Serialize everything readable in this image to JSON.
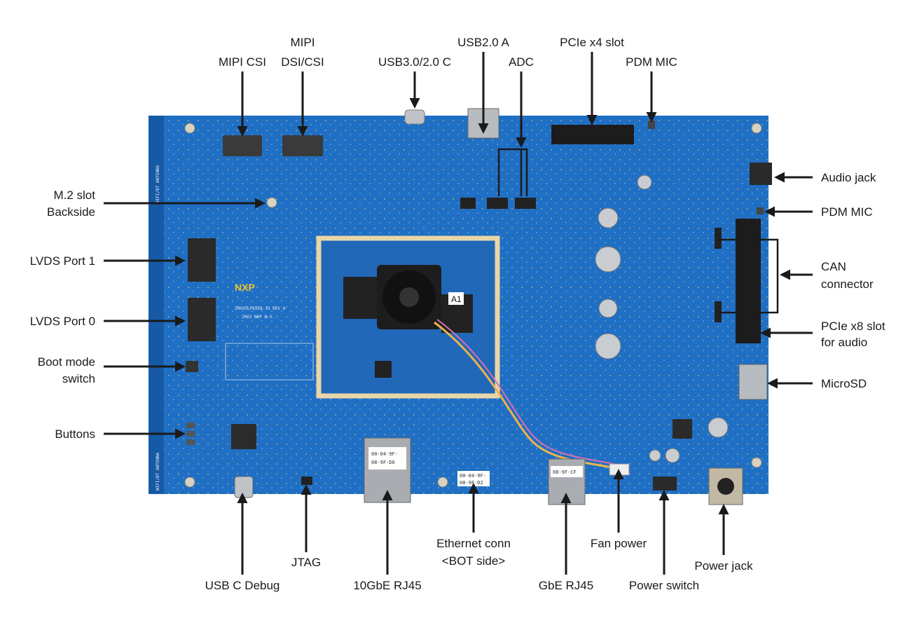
{
  "diagram": {
    "top_labels": {
      "mipi_csi": "MIPI CSI",
      "mipi_dsi_csi_line1": "MIPI",
      "mipi_dsi_csi_line2": "DSI/CSI",
      "usb3_c": "USB3.0/2.0 C",
      "usb2_a": "USB2.0 A",
      "adc": "ADC",
      "pcie_x4": "PCIe x4 slot",
      "pdm_mic_top": "PDM MIC"
    },
    "right_labels": {
      "audio_jack": "Audio jack",
      "pdm_mic_right": "PDM MIC",
      "can_line1": "CAN",
      "can_line2": "connector",
      "pcie_x8_line1": "PCIe x8 slot",
      "pcie_x8_line2": "for audio",
      "microsd": "MicroSD"
    },
    "left_labels": {
      "m2_line1": "M.2 slot",
      "m2_line2": "Backside",
      "lvds1": "LVDS Port 1",
      "lvds0": "LVDS Port 0",
      "boot_line1": "Boot mode",
      "boot_line2": "switch",
      "buttons": "Buttons"
    },
    "bottom_labels": {
      "usb_c_debug": "USB C Debug",
      "jtag": "JTAG",
      "rj45_10g": "10GbE RJ45",
      "eth_line1": "Ethernet conn",
      "eth_line2": "<BOT side>",
      "rj45_1g": "GbE RJ45",
      "fan_power": "Fan power",
      "power_switch": "Power switch",
      "power_jack": "Power jack"
    },
    "board_text": {
      "antenna": "WIFI/BT ANTENNA",
      "logo": "NXP",
      "chip_marker": "A1",
      "board_name": "IMX95LPD5EB-19 REV A",
      "copyright": "2023 NXP B.V.",
      "mac_10g_1": "00-04-9F-",
      "mac_10g_2": "08-9F-D6",
      "mac_bot_1": "00-04-9F-",
      "mac_bot_2": "08-9F-D2",
      "mac_1g": "08-9F-CF"
    },
    "colors": {
      "board": "#1f6fc4",
      "board_dark": "#165aa6",
      "som_border": "#e9d6a8",
      "text": "#1a1a1a"
    }
  }
}
